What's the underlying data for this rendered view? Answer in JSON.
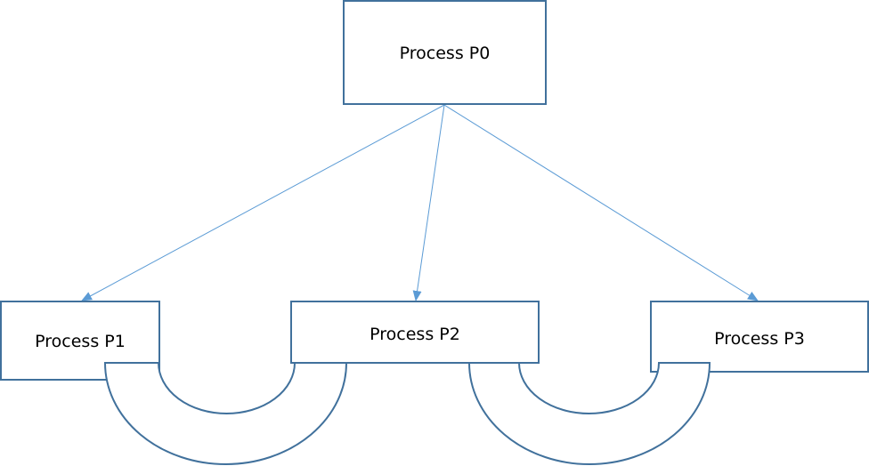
{
  "diagram": {
    "colors": {
      "stroke": "#41719C",
      "arrow": "#5B9BD5",
      "fill": "#FFFFFF",
      "text": "#000000"
    },
    "nodes": [
      {
        "id": "p0",
        "label": "Process P0"
      },
      {
        "id": "p1",
        "label": "Process P1"
      },
      {
        "id": "p2",
        "label": "Process P2"
      },
      {
        "id": "p3",
        "label": "Process P3"
      }
    ],
    "edges": [
      {
        "from": "p0",
        "to": "p1",
        "type": "arrow"
      },
      {
        "from": "p0",
        "to": "p2",
        "type": "arrow"
      },
      {
        "from": "p0",
        "to": "p3",
        "type": "arrow"
      },
      {
        "from": "p1",
        "to": "p2",
        "type": "pipe"
      },
      {
        "from": "p2",
        "to": "p3",
        "type": "pipe"
      }
    ]
  }
}
